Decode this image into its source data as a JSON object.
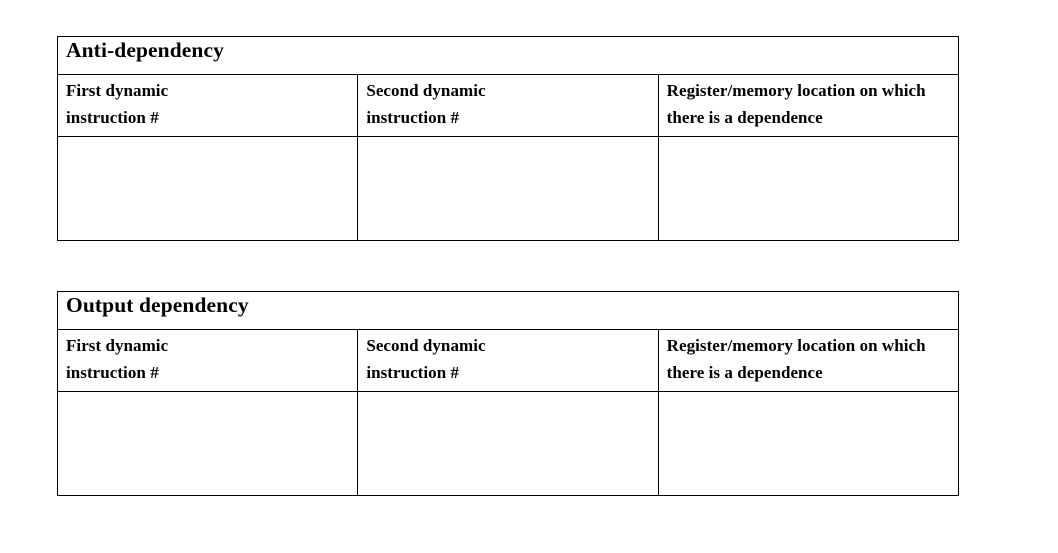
{
  "document": {
    "background_color": "#ffffff",
    "text_color": "#000000",
    "border_color": "#000000"
  },
  "tables": [
    {
      "id": "anti-dependency",
      "title": "Anti-dependency",
      "columns": [
        "First dynamic instruction #",
        "Second dynamic instruction #",
        "Register/memory location on which there is a dependence"
      ],
      "column_lines": [
        [
          "First dynamic",
          "instruction #"
        ],
        [
          "Second dynamic",
          "instruction #"
        ],
        [
          "Register/memory location on which",
          "there is a dependence"
        ]
      ],
      "rows": [
        [
          "",
          "",
          ""
        ]
      ]
    },
    {
      "id": "output-dependency",
      "title": "Output dependency",
      "columns": [
        "First dynamic instruction #",
        "Second dynamic instruction #",
        "Register/memory location on which there is a dependence"
      ],
      "column_lines": [
        [
          "First dynamic",
          "instruction #"
        ],
        [
          "Second dynamic",
          "instruction #"
        ],
        [
          "Register/memory location on which",
          "there is a dependence"
        ]
      ],
      "rows": [
        [
          "",
          "",
          ""
        ]
      ]
    }
  ]
}
